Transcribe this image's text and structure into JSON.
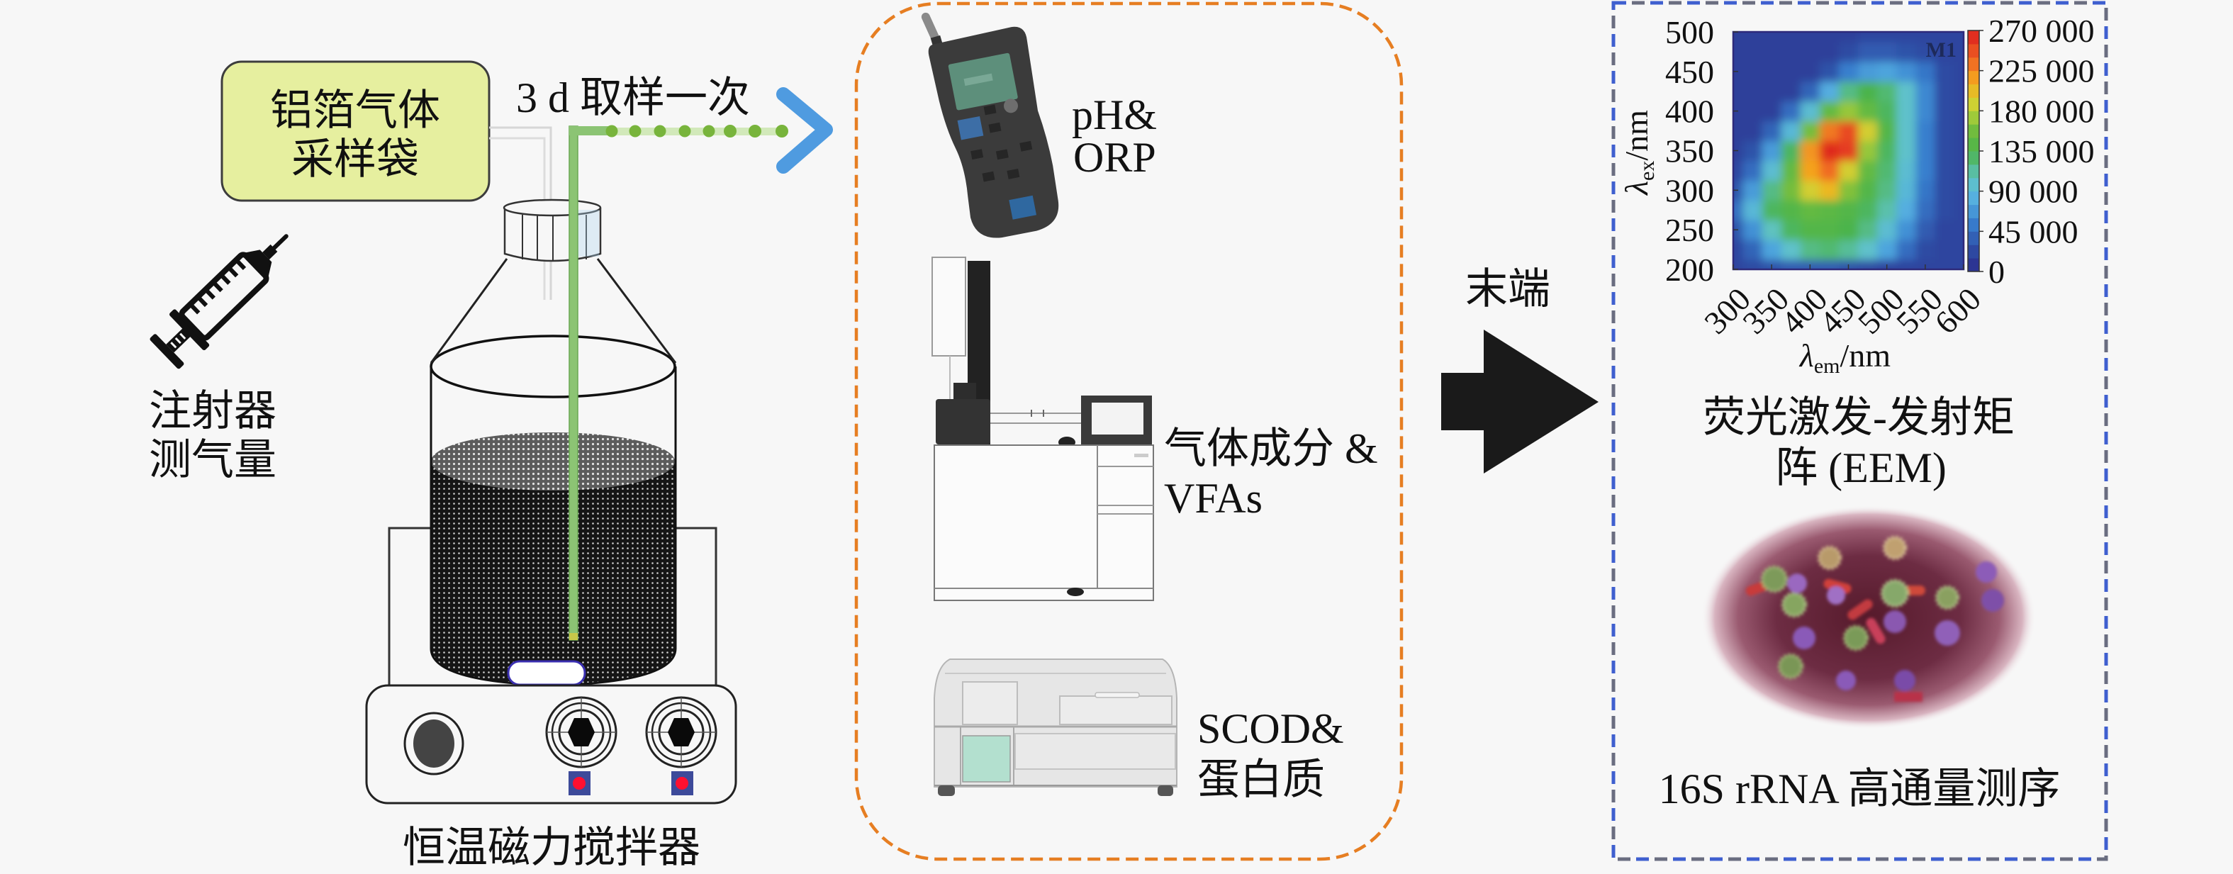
{
  "diagram": {
    "gas_bag": {
      "line1": "铝箔气体",
      "line2": "采样袋"
    },
    "sampling_note": "3 d 取样一次",
    "syringe_label": {
      "line1": "注射器",
      "line2": "测气量"
    },
    "stirrer_label": "恒温磁力搅拌器",
    "analysis": {
      "ph": {
        "line1": "pH&",
        "line2": "ORP"
      },
      "gas": {
        "line1": "气体成分 &",
        "line2": "VFAs"
      },
      "scod": {
        "line1": "SCOD&",
        "line2": "蛋白质"
      }
    },
    "arrow_label": "末端",
    "end_analysis": {
      "eem_caption": {
        "line1": "荧光激发-发射矩",
        "line2": "阵 (EEM)"
      },
      "sequencing_caption": "16S rRNA 高通量测序"
    },
    "icons": [
      "gas-sampling-bag",
      "syringe-icon",
      "reactor-bottle",
      "magnetic-stirrer",
      "chevron-right-icon",
      "ph-meter-icon",
      "gas-chromatograph-icon",
      "plate-reader-icon",
      "right-arrow-icon",
      "bacteria-image"
    ]
  },
  "colors": {
    "background": "#f7f7f7",
    "gas_bag_fill": "#e6ef9f",
    "gas_bag_border": "#3d3d3d",
    "tube_green": "#8cc474",
    "tube_dot_green": "#78b43c",
    "chevron_blue": "#4f9be0",
    "analysis_box_border": "#e67e22",
    "end_box_border_blue": "#3f5fcf",
    "end_box_border_gray": "#6a6d80",
    "arrow_fill": "#1a1a1a",
    "stirrer_light_red": "#ff1030",
    "stirrer_light_blue": "#3d4a9a"
  },
  "chart_data": {
    "type": "heatmap",
    "title": "",
    "annotation": "M1",
    "xlabel": {
      "symbol": "λ",
      "subscript": "em",
      "unit": "/nm"
    },
    "ylabel": {
      "symbol": "λ",
      "subscript": "ex",
      "unit": "/nm"
    },
    "xlim": [
      300,
      600
    ],
    "ylim": [
      200,
      500
    ],
    "xticks": [
      300,
      350,
      400,
      450,
      500,
      550,
      600
    ],
    "yticks": [
      200,
      250,
      300,
      350,
      400,
      450,
      500
    ],
    "x": [
      300,
      325,
      350,
      375,
      400,
      425,
      450,
      475,
      500,
      525,
      550,
      575,
      600
    ],
    "y": [
      200,
      225,
      250,
      275,
      300,
      325,
      350,
      375,
      400,
      425,
      450,
      475,
      500
    ],
    "z": [
      [
        20000,
        25000,
        30000,
        35000,
        35000,
        35000,
        30000,
        25000,
        20000,
        20000,
        20000,
        20000,
        20000
      ],
      [
        20000,
        40000,
        75000,
        100000,
        120000,
        125000,
        115000,
        100000,
        75000,
        45000,
        25000,
        20000,
        20000
      ],
      [
        30000,
        65000,
        105000,
        130000,
        140000,
        140000,
        135000,
        120000,
        95000,
        65000,
        35000,
        20000,
        20000
      ],
      [
        45000,
        90000,
        130000,
        140000,
        150000,
        145000,
        140000,
        130000,
        110000,
        80000,
        45000,
        25000,
        20000
      ],
      [
        30000,
        70000,
        120000,
        160000,
        190000,
        205000,
        165000,
        140000,
        120000,
        90000,
        50000,
        25000,
        20000
      ],
      [
        20000,
        45000,
        95000,
        150000,
        215000,
        235000,
        190000,
        150000,
        125000,
        95000,
        55000,
        25000,
        20000
      ],
      [
        15000,
        30000,
        70000,
        130000,
        220000,
        265000,
        255000,
        170000,
        130000,
        100000,
        55000,
        25000,
        20000
      ],
      [
        15000,
        15000,
        40000,
        90000,
        160000,
        230000,
        250000,
        190000,
        140000,
        100000,
        55000,
        25000,
        20000
      ],
      [
        15000,
        15000,
        15000,
        45000,
        95000,
        150000,
        170000,
        150000,
        130000,
        100000,
        60000,
        25000,
        20000
      ],
      [
        15000,
        15000,
        15000,
        15000,
        40000,
        80000,
        120000,
        135000,
        125000,
        100000,
        60000,
        25000,
        20000
      ],
      [
        15000,
        15000,
        15000,
        15000,
        15000,
        30000,
        55000,
        70000,
        75000,
        65000,
        50000,
        25000,
        20000
      ],
      [
        15000,
        15000,
        15000,
        15000,
        15000,
        15000,
        25000,
        35000,
        35000,
        30000,
        25000,
        20000,
        20000
      ],
      [
        15000,
        15000,
        15000,
        15000,
        15000,
        15000,
        15000,
        20000,
        20000,
        20000,
        20000,
        20000,
        20000
      ]
    ],
    "colorbar": {
      "min": 0,
      "max": 270000,
      "ticks": [
        0,
        45000,
        90000,
        135000,
        180000,
        225000,
        270000
      ],
      "tick_labels": [
        "0",
        "45 000",
        "90 000",
        "135 000",
        "180 000",
        "225 000",
        "270 000"
      ],
      "colormap": [
        [
          0,
          "#2b2c8c"
        ],
        [
          0.1,
          "#2e4ea5"
        ],
        [
          0.2,
          "#377dcd"
        ],
        [
          0.3,
          "#55afe1"
        ],
        [
          0.38,
          "#5fc3c8"
        ],
        [
          0.5,
          "#4bb44b"
        ],
        [
          0.6,
          "#78be3c"
        ],
        [
          0.68,
          "#c8d737"
        ],
        [
          0.78,
          "#f5af1e"
        ],
        [
          0.88,
          "#f06423"
        ],
        [
          1,
          "#dc1e1e"
        ]
      ],
      "placement": "right"
    },
    "grid": false,
    "legend": "colorbar-right"
  }
}
